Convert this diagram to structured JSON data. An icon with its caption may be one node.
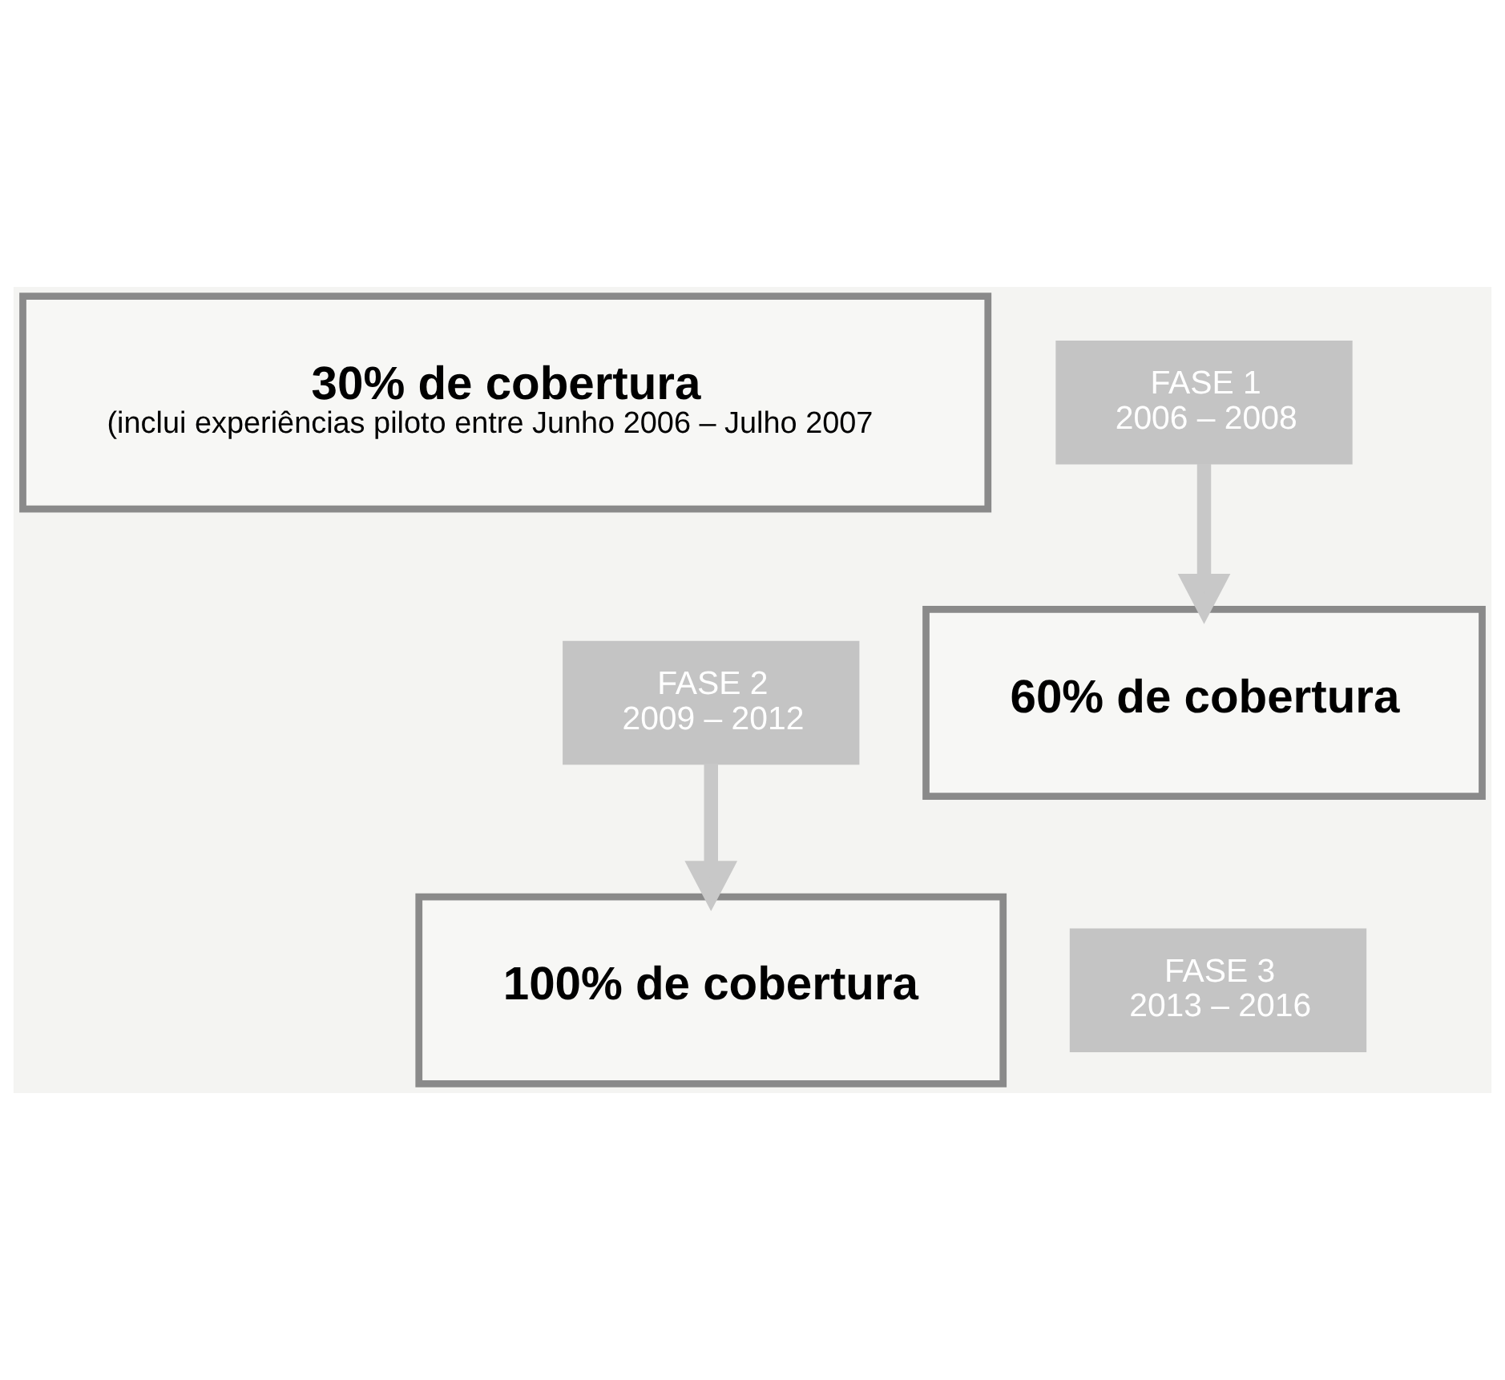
{
  "diagram": {
    "nodes": [
      {
        "text": [
          "30% de cobertura",
          "(inclui experiências piloto entre Junho 2006 – Julho 2007"
        ]
      },
      {
        "text": [
          "FASE 1",
          "2006 – 2008"
        ]
      },
      {
        "text": [
          "60% de cobertura"
        ]
      },
      {
        "text": [
          "FASE 2",
          "2009 – 2012"
        ]
      },
      {
        "text": [
          "100% de cobertura"
        ]
      },
      {
        "text": [
          "FASE 3",
          "2013 – 2016"
        ]
      }
    ],
    "edges": [
      {
        "from": 1,
        "to": 2,
        "arrow": "to"
      },
      {
        "from": 3,
        "to": 4,
        "arrow": "to"
      }
    ]
  }
}
